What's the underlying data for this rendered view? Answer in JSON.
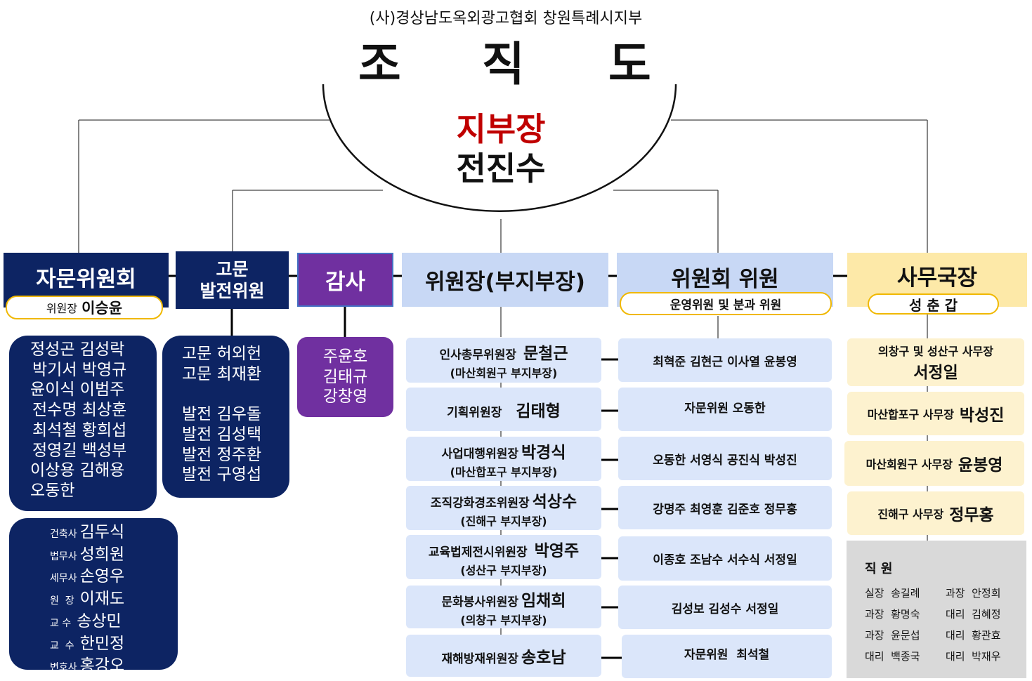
{
  "header": {
    "subtitle": "(사)경상남도옥외광고협회 창원특례시지부",
    "title_chars": [
      "조",
      "직",
      "도"
    ]
  },
  "chief": {
    "role": "지부장",
    "name": "전진수"
  },
  "advisory": {
    "title": "자문위원회",
    "chair_label": "위원장",
    "chair_name": "이승윤",
    "members": [
      "정성곤 김성락",
      "박기서 박영규",
      "윤이식 이범주",
      "전수명 최상훈",
      "최석철 황희섭",
      "정영길 백성부",
      "이상용 김해용",
      "오동한"
    ],
    "experts": [
      {
        "title": "건축사",
        "name": "김두식"
      },
      {
        "title": "법무사",
        "name": "성희원"
      },
      {
        "title": "세무사",
        "name": "손영우"
      },
      {
        "title": "원  장",
        "name": "이재도"
      },
      {
        "title": "교 수",
        "name": "송상민"
      },
      {
        "title": "교  수",
        "name": "한민정"
      },
      {
        "title": "변호사",
        "name": "홍강오"
      }
    ]
  },
  "counsel": {
    "title_line1": "고문",
    "title_line2": "발전위원",
    "members": [
      "고문 허외헌",
      "고문 최재환",
      "",
      "발전 김우돌",
      "발전 김성택",
      "발전 정주환",
      "발전 구영섭"
    ]
  },
  "audit": {
    "title": "감사",
    "members": [
      "주윤호",
      "김태규",
      "강창영"
    ]
  },
  "chairs": {
    "title": "위원장(부지부장)",
    "items": [
      {
        "role": "인사총무위원장",
        "name": "문철근",
        "sub": "(마산회원구 부지부장)"
      },
      {
        "role": "기획위원장",
        "name": "김태형",
        "sub": ""
      },
      {
        "role": "사업대행위원장",
        "name": "박경식",
        "sub": "(마산합포구 부지부장)"
      },
      {
        "role": "조직강화경조위원장",
        "name": "석상수",
        "sub": "(진해구 부지부장)"
      },
      {
        "role": "교육법제전시위원장",
        "name": "박영주",
        "sub": "(성산구 부지부장)"
      },
      {
        "role": "문화봉사위원장",
        "name": "임채희",
        "sub": "(의창구 부지부장)"
      },
      {
        "role": "재해방재위원장",
        "name": "송호남",
        "sub": ""
      }
    ]
  },
  "committee": {
    "title": "위원회 위원",
    "subtitle": "운영위원 및 분과 위원",
    "items": [
      "최혁준 김현근 이사열 윤봉영",
      "자문위원 오동한",
      "오동한 서영식 공진식 박성진",
      "강명주 최영훈 김준호 정무홍",
      "이종호 조남수 서수식 서정일",
      "김성보 김성수 서정일",
      "자문위원  최석철"
    ]
  },
  "secretariat": {
    "title": "사무국장",
    "name": "성 춘 갑",
    "items": [
      {
        "role": "의창구 및 성산구 사무장",
        "name": "서정일"
      },
      {
        "role": "마산합포구 사무장",
        "name": "박성진"
      },
      {
        "role": "마산회원구 사무장",
        "name": "윤봉영"
      },
      {
        "role": "진해구 사무장",
        "name": "정무홍"
      }
    ],
    "staff_title": "직 원",
    "staff": [
      [
        "실장  송길례",
        "과장  안정희"
      ],
      [
        "과장  황명숙",
        "대리  김혜정"
      ],
      [
        "과장  윤문섭",
        "대리  황관효"
      ],
      [
        "대리  백종국",
        "대리  박재우"
      ]
    ]
  },
  "colors": {
    "navy": "#0d2463",
    "purple": "#7030a0",
    "light_blue": "#c8d8f5",
    "light_yellow": "#fde9a8",
    "chief_red": "#c00000",
    "staff_gray": "#d9d9d9"
  }
}
